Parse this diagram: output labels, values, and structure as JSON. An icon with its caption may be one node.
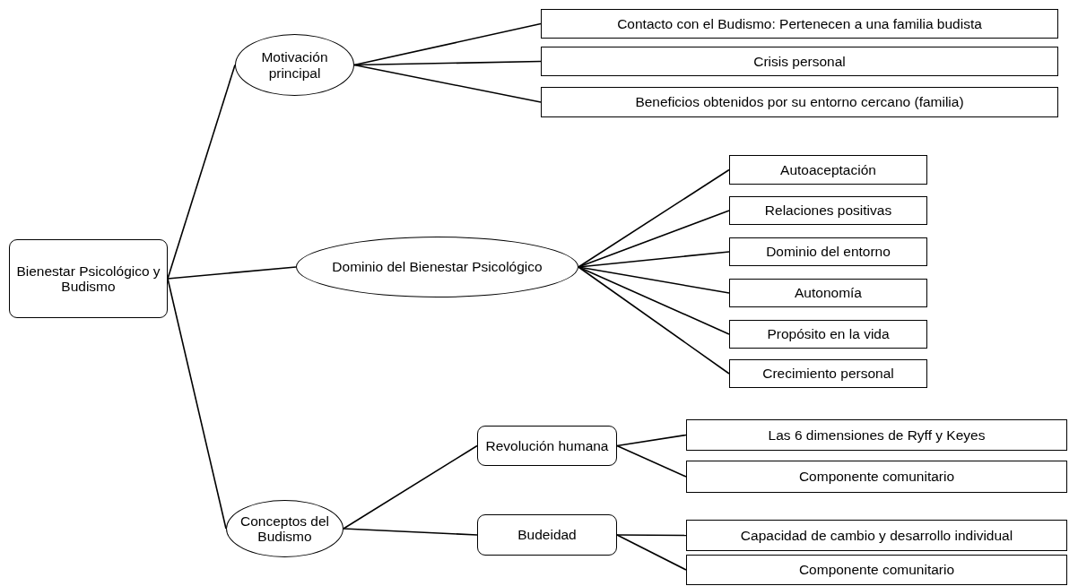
{
  "diagram": {
    "nodes": [
      {
        "text": [
          "Bienestar Psicológico y Budismo"
        ]
      },
      {
        "text": [
          "Motivación principal"
        ]
      },
      {
        "text": [
          "Contacto con el Budismo: Pertenecen a una familia budista"
        ]
      },
      {
        "text": [
          "Crisis personal"
        ]
      },
      {
        "text": [
          "Beneficios obtenidos por su entorno cercano (familia)"
        ]
      },
      {
        "text": [
          "Dominio del Bienestar Psicológico"
        ]
      },
      {
        "text": [
          "Autoaceptación"
        ]
      },
      {
        "text": [
          "Relaciones positivas"
        ]
      },
      {
        "text": [
          "Dominio del entorno"
        ]
      },
      {
        "text": [
          "Autonomía"
        ]
      },
      {
        "text": [
          "Propósito en la vida"
        ]
      },
      {
        "text": [
          "Crecimiento personal"
        ]
      },
      {
        "text": [
          "Conceptos del Budismo"
        ]
      },
      {
        "text": [
          "Revolución humana"
        ]
      },
      {
        "text": [
          "Las 6 dimensiones de Ryff y Keyes"
        ]
      },
      {
        "text": [
          "Componente comunitario"
        ]
      },
      {
        "text": [
          "Budeidad"
        ]
      },
      {
        "text": [
          "Capacidad de cambio y desarrollo individual"
        ]
      },
      {
        "text": [
          "Componente comunitario"
        ]
      }
    ],
    "edges": [
      {
        "from": 0,
        "to": 1,
        "arrow": "none"
      },
      {
        "from": 0,
        "to": 5,
        "arrow": "none"
      },
      {
        "from": 0,
        "to": 12,
        "arrow": "none"
      },
      {
        "from": 1,
        "to": 2,
        "arrow": "none"
      },
      {
        "from": 1,
        "to": 3,
        "arrow": "none"
      },
      {
        "from": 1,
        "to": 4,
        "arrow": "none"
      },
      {
        "from": 5,
        "to": 6,
        "arrow": "none"
      },
      {
        "from": 5,
        "to": 7,
        "arrow": "none"
      },
      {
        "from": 5,
        "to": 8,
        "arrow": "none"
      },
      {
        "from": 5,
        "to": 9,
        "arrow": "none"
      },
      {
        "from": 5,
        "to": 10,
        "arrow": "none"
      },
      {
        "from": 5,
        "to": 11,
        "arrow": "none"
      },
      {
        "from": 12,
        "to": 13,
        "arrow": "none"
      },
      {
        "from": 12,
        "to": 16,
        "arrow": "none"
      },
      {
        "from": 13,
        "to": 14,
        "arrow": "none"
      },
      {
        "from": 13,
        "to": 15,
        "arrow": "none"
      },
      {
        "from": 16,
        "to": 17,
        "arrow": "none"
      },
      {
        "from": 16,
        "to": 18,
        "arrow": "none"
      }
    ]
  }
}
